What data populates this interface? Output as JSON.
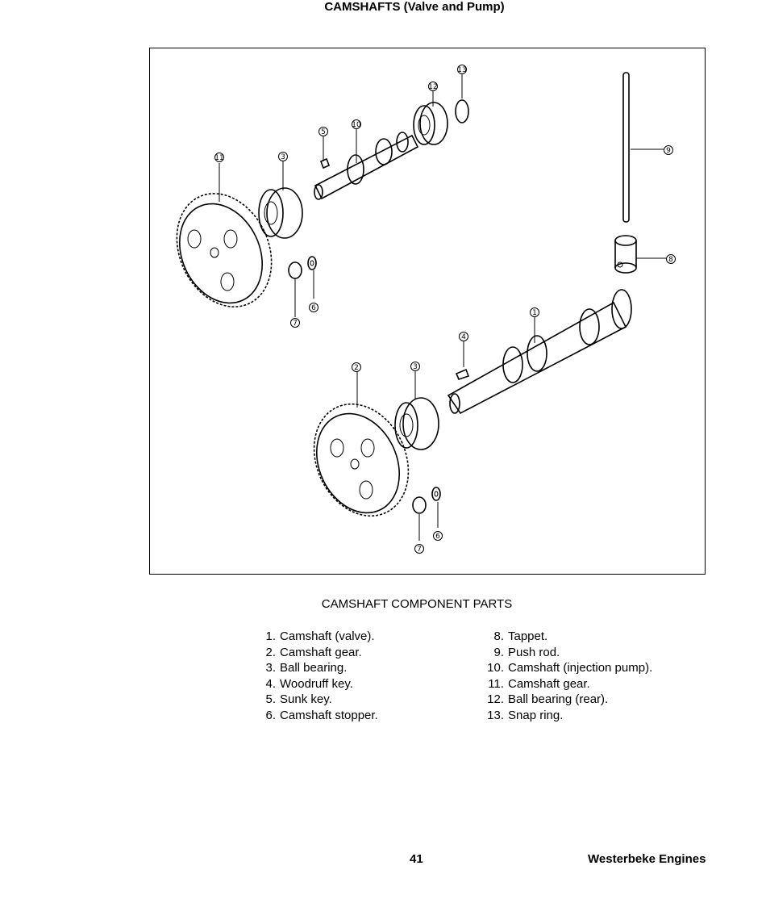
{
  "header": {
    "title": "CAMSHAFTS (Valve and Pump)"
  },
  "figure": {
    "caption": "CAMSHAFT COMPONENT PARTS",
    "callouts": [
      "1",
      "2",
      "3",
      "3",
      "4",
      "5",
      "6",
      "6",
      "7",
      "7",
      "8",
      "9",
      "10",
      "11",
      "12",
      "13"
    ]
  },
  "parts_left": [
    {
      "num": "1.",
      "label": "Camshaft (valve)."
    },
    {
      "num": "2.",
      "label": "Camshaft gear."
    },
    {
      "num": "3.",
      "label": "Ball bearing."
    },
    {
      "num": "4.",
      "label": "Woodruff key."
    },
    {
      "num": "5.",
      "label": "Sunk key."
    },
    {
      "num": "6.",
      "label": "Camshaft stopper."
    }
  ],
  "parts_right": [
    {
      "num": "8.",
      "label": "Tappet."
    },
    {
      "num": "9.",
      "label": "Push rod."
    },
    {
      "num": "10.",
      "label": "Camshaft (injection pump)."
    },
    {
      "num": "11.",
      "label": "Camshaft gear."
    },
    {
      "num": "12.",
      "label": "Ball bearing (rear)."
    },
    {
      "num": "13.",
      "label": "Snap ring."
    }
  ],
  "footer": {
    "page_number": "41",
    "brand": "Westerbeke Engines"
  }
}
